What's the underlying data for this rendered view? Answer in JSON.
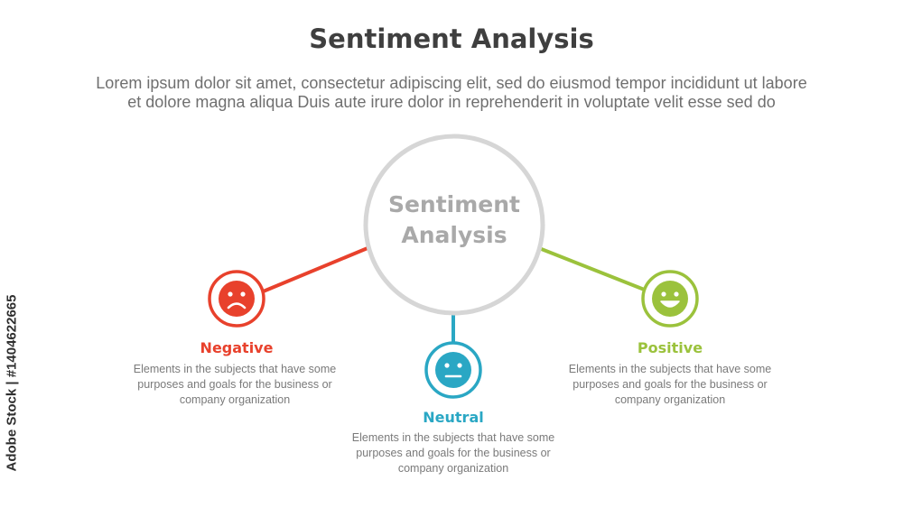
{
  "title": "Sentiment Analysis",
  "subtitle_line1": "Lorem ipsum dolor sit amet, consectetur adipiscing elit, sed do eiusmod tempor incididunt ut labore",
  "subtitle_line2": "et dolore magna aliqua Duis aute irure dolor in reprehenderit in voluptate velit esse sed do",
  "center": {
    "line1": "Sentiment",
    "line2": "Analysis",
    "ring_color": "#d6d6d6"
  },
  "nodes": [
    {
      "id": "negative",
      "label": "Negative",
      "color": "#e8412c",
      "icon": "sad-face-icon",
      "desc_line1": "Elements in the subjects that have some",
      "desc_line2": "purposes and goals for the business or",
      "desc_line3": "company organization"
    },
    {
      "id": "neutral",
      "label": "Neutral",
      "color": "#2aa7c4",
      "icon": "neutral-face-icon",
      "desc_line1": "Elements in the subjects that have some",
      "desc_line2": "purposes and goals for the business or",
      "desc_line3": "company organization"
    },
    {
      "id": "positive",
      "label": "Positive",
      "color": "#9bc23c",
      "icon": "happy-face-icon",
      "desc_line1": "Elements in the subjects that have some",
      "desc_line2": "purposes and goals for the business or",
      "desc_line3": "company organization"
    }
  ],
  "watermark": "Adobe Stock | #1404622665"
}
